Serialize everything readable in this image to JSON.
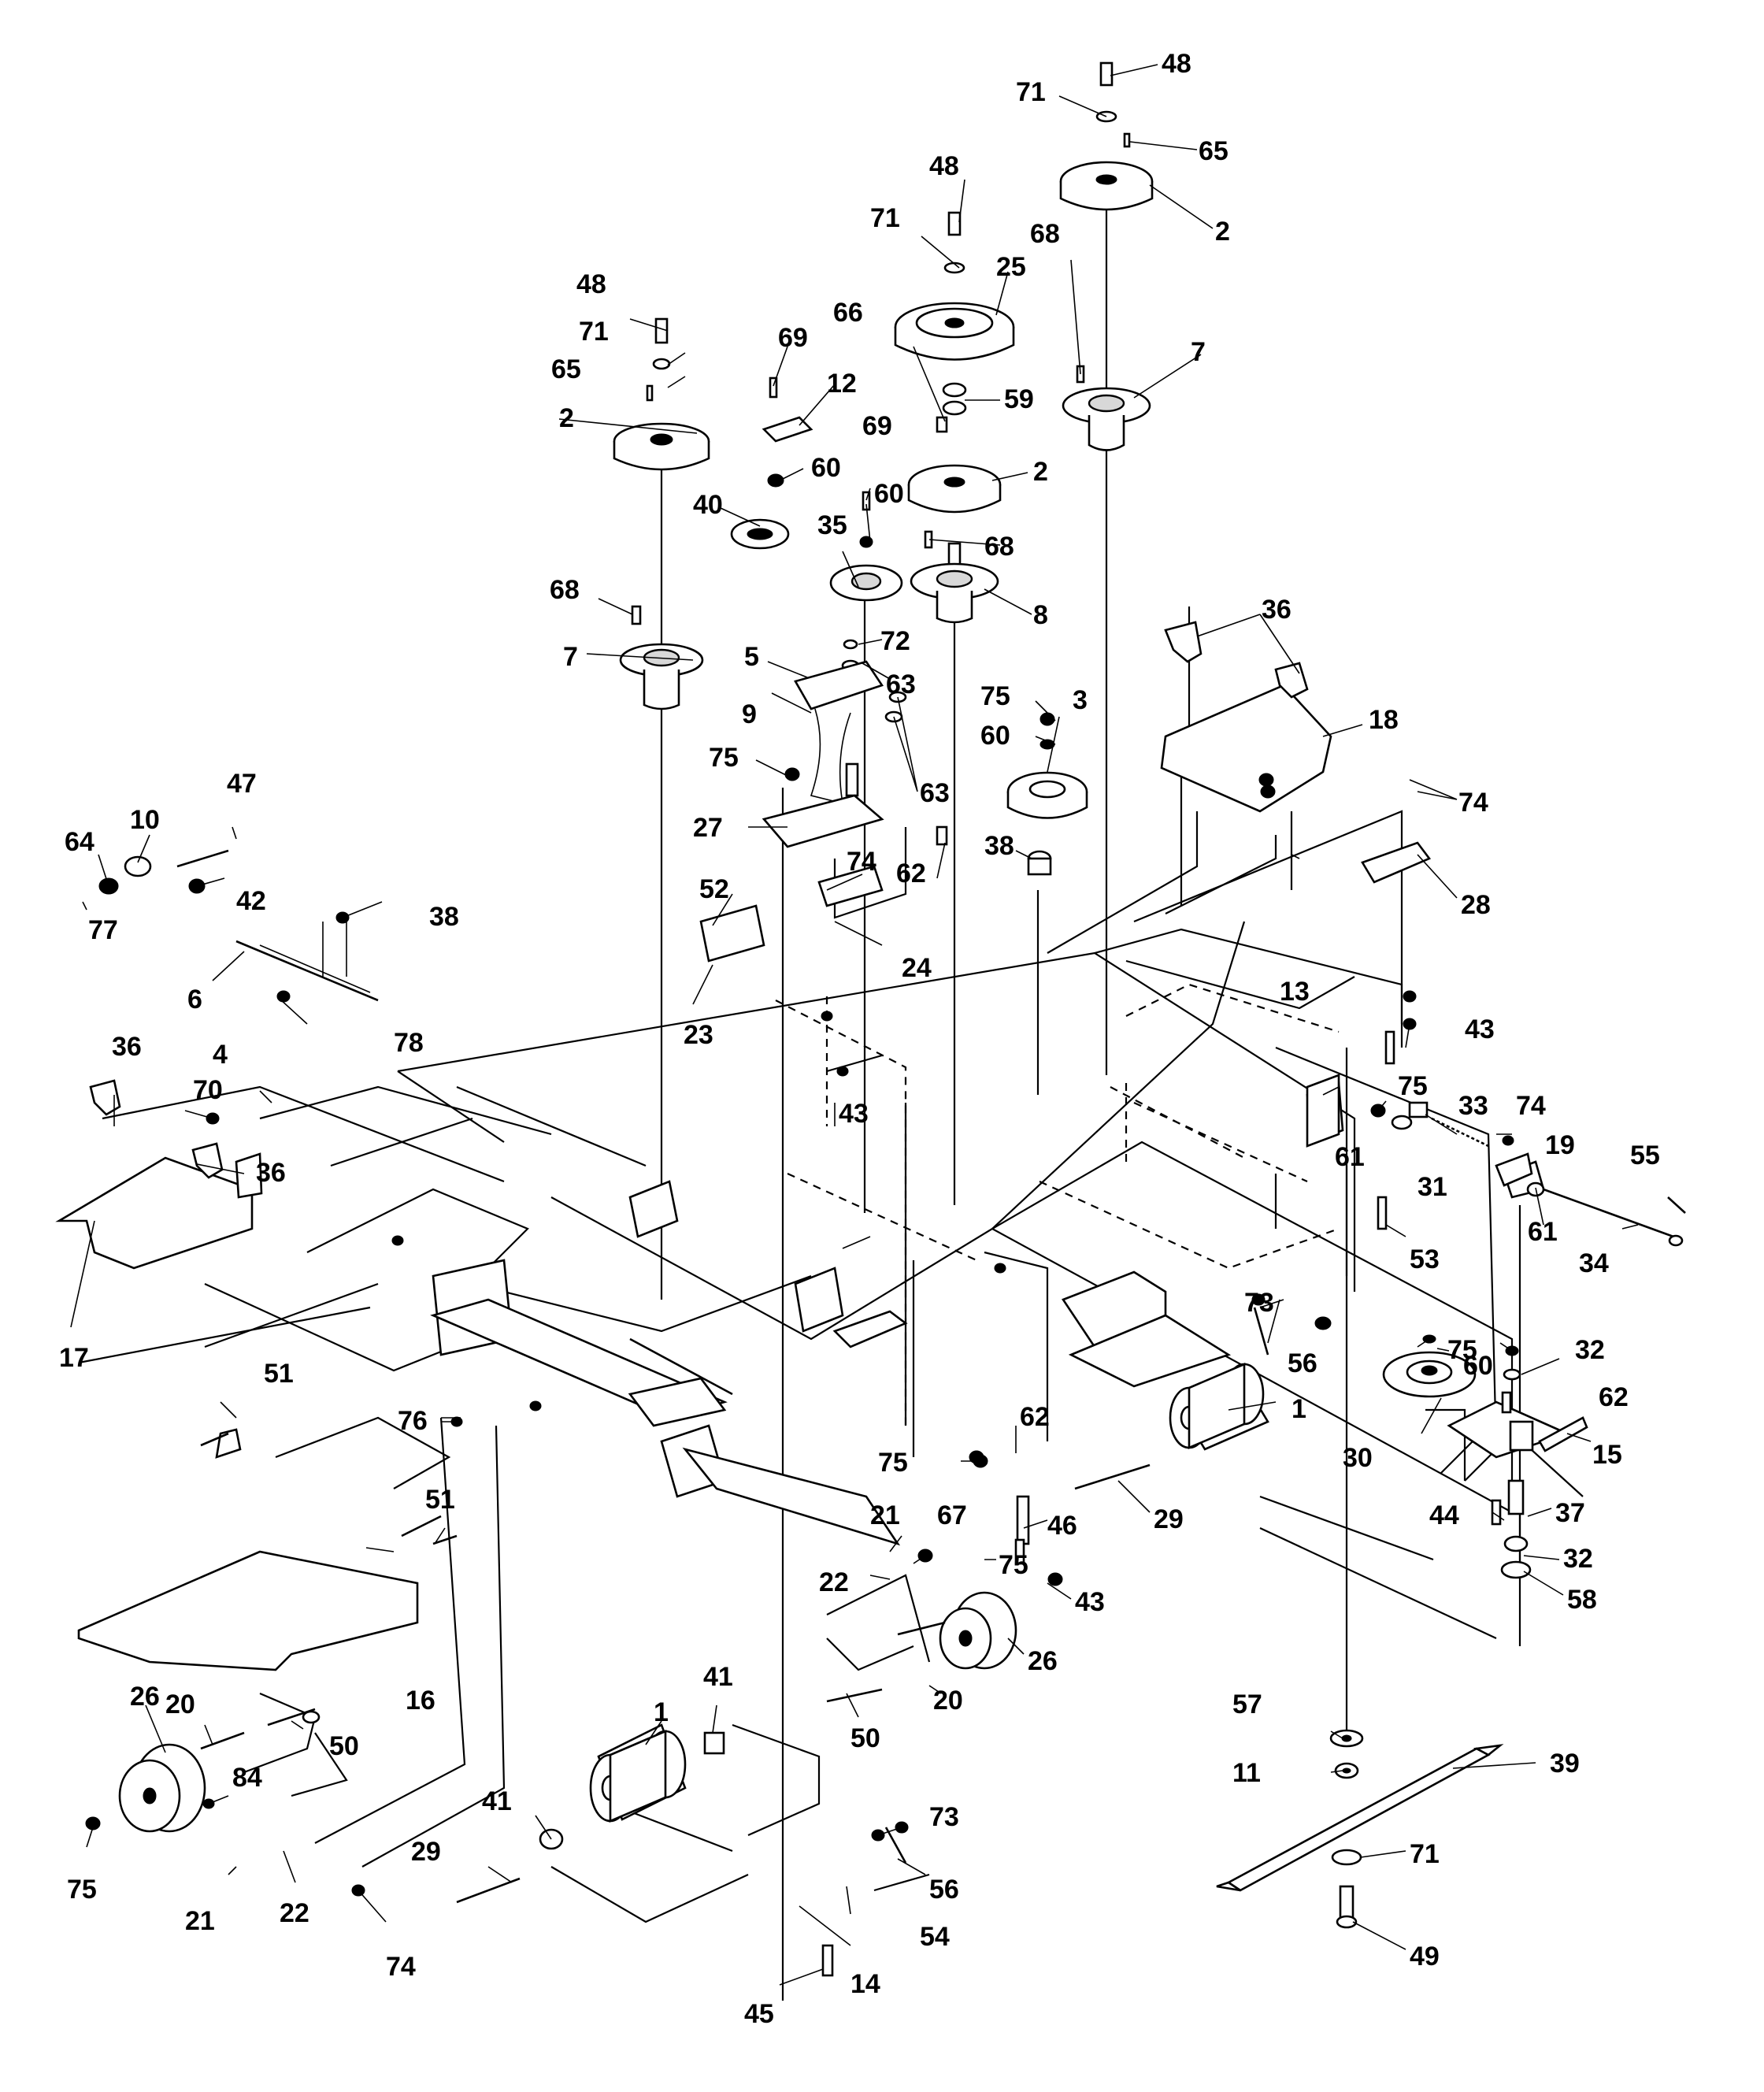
{
  "diagram": {
    "callouts": [
      {
        "id": "c48a",
        "label": "48"
      },
      {
        "id": "c71a",
        "label": "71"
      },
      {
        "id": "c65a",
        "label": "65"
      },
      {
        "id": "c2a",
        "label": "2"
      },
      {
        "id": "c68a",
        "label": "68"
      },
      {
        "id": "c7a",
        "label": "7"
      },
      {
        "id": "c48b",
        "label": "48"
      },
      {
        "id": "c71b",
        "label": "71"
      },
      {
        "id": "c25",
        "label": "25"
      },
      {
        "id": "c66",
        "label": "66"
      },
      {
        "id": "c59",
        "label": "59"
      },
      {
        "id": "c2b",
        "label": "2"
      },
      {
        "id": "c68b",
        "label": "68"
      },
      {
        "id": "c8",
        "label": "8"
      },
      {
        "id": "c48c",
        "label": "48"
      },
      {
        "id": "c71c",
        "label": "71"
      },
      {
        "id": "c65c",
        "label": "65"
      },
      {
        "id": "c2c",
        "label": "2"
      },
      {
        "id": "c68c",
        "label": "68"
      },
      {
        "id": "c7c",
        "label": "7"
      },
      {
        "id": "c69a",
        "label": "69"
      },
      {
        "id": "c12",
        "label": "12"
      },
      {
        "id": "c60a",
        "label": "60"
      },
      {
        "id": "c40",
        "label": "40"
      },
      {
        "id": "c69b",
        "label": "69"
      },
      {
        "id": "c60b",
        "label": "60"
      },
      {
        "id": "c35",
        "label": "35"
      },
      {
        "id": "c72",
        "label": "72"
      },
      {
        "id": "c5",
        "label": "5"
      },
      {
        "id": "c63a",
        "label": "63"
      },
      {
        "id": "c9",
        "label": "9"
      },
      {
        "id": "c75a",
        "label": "75"
      },
      {
        "id": "c63b",
        "label": "63"
      },
      {
        "id": "c27",
        "label": "27"
      },
      {
        "id": "c62a",
        "label": "62"
      },
      {
        "id": "c75b",
        "label": "75"
      },
      {
        "id": "c3",
        "label": "3"
      },
      {
        "id": "c60c",
        "label": "60"
      },
      {
        "id": "c38a",
        "label": "38"
      },
      {
        "id": "c36a",
        "label": "36"
      },
      {
        "id": "c18",
        "label": "18"
      },
      {
        "id": "c74a",
        "label": "74"
      },
      {
        "id": "c28",
        "label": "28"
      },
      {
        "id": "c47",
        "label": "47"
      },
      {
        "id": "c64",
        "label": "64"
      },
      {
        "id": "c10",
        "label": "10"
      },
      {
        "id": "c42",
        "label": "42"
      },
      {
        "id": "c77",
        "label": "77"
      },
      {
        "id": "c6",
        "label": "6"
      },
      {
        "id": "c38b",
        "label": "38"
      },
      {
        "id": "c4",
        "label": "4"
      },
      {
        "id": "c78",
        "label": "78"
      },
      {
        "id": "c70",
        "label": "70"
      },
      {
        "id": "c36b",
        "label": "36"
      },
      {
        "id": "c36c",
        "label": "36"
      },
      {
        "id": "c17",
        "label": "17"
      },
      {
        "id": "c52",
        "label": "52"
      },
      {
        "id": "c23",
        "label": "23"
      },
      {
        "id": "c74b",
        "label": "74"
      },
      {
        "id": "c24",
        "label": "24"
      },
      {
        "id": "c43a",
        "label": "43"
      },
      {
        "id": "c13",
        "label": "13"
      },
      {
        "id": "c43b",
        "label": "43"
      },
      {
        "id": "c75c",
        "label": "75"
      },
      {
        "id": "c33",
        "label": "33"
      },
      {
        "id": "c74c",
        "label": "74"
      },
      {
        "id": "c19",
        "label": "19"
      },
      {
        "id": "c55",
        "label": "55"
      },
      {
        "id": "c61a",
        "label": "61"
      },
      {
        "id": "c31",
        "label": "31"
      },
      {
        "id": "c61b",
        "label": "61"
      },
      {
        "id": "c34",
        "label": "34"
      },
      {
        "id": "c53",
        "label": "53"
      },
      {
        "id": "c73a",
        "label": "73"
      },
      {
        "id": "c56a",
        "label": "56"
      },
      {
        "id": "c1a",
        "label": "1"
      },
      {
        "id": "c75d",
        "label": "75"
      },
      {
        "id": "c60d",
        "label": "60"
      },
      {
        "id": "c32a",
        "label": "32"
      },
      {
        "id": "c62b",
        "label": "62"
      },
      {
        "id": "c30",
        "label": "30"
      },
      {
        "id": "c15",
        "label": "15"
      },
      {
        "id": "c44",
        "label": "44"
      },
      {
        "id": "c37",
        "label": "37"
      },
      {
        "id": "c32b",
        "label": "32"
      },
      {
        "id": "c58",
        "label": "58"
      },
      {
        "id": "c51a",
        "label": "51"
      },
      {
        "id": "c76",
        "label": "76"
      },
      {
        "id": "c51b",
        "label": "51"
      },
      {
        "id": "c16",
        "label": "16"
      },
      {
        "id": "c75e",
        "label": "75"
      },
      {
        "id": "c62c",
        "label": "62"
      },
      {
        "id": "c46",
        "label": "46"
      },
      {
        "id": "c29a",
        "label": "29"
      },
      {
        "id": "c21a",
        "label": "21"
      },
      {
        "id": "c67",
        "label": "67"
      },
      {
        "id": "c22a",
        "label": "22"
      },
      {
        "id": "c75f",
        "label": "75"
      },
      {
        "id": "c43c",
        "label": "43"
      },
      {
        "id": "c26a",
        "label": "26"
      },
      {
        "id": "c20a",
        "label": "20"
      },
      {
        "id": "c50a",
        "label": "50"
      },
      {
        "id": "c26b",
        "label": "26"
      },
      {
        "id": "c20b",
        "label": "20"
      },
      {
        "id": "c50b",
        "label": "50"
      },
      {
        "id": "c84",
        "label": "84"
      },
      {
        "id": "c75g",
        "label": "75"
      },
      {
        "id": "c21b",
        "label": "21"
      },
      {
        "id": "c22b",
        "label": "22"
      },
      {
        "id": "c74d",
        "label": "74"
      },
      {
        "id": "c1b",
        "label": "1"
      },
      {
        "id": "c41a",
        "label": "41"
      },
      {
        "id": "c41b",
        "label": "41"
      },
      {
        "id": "c29b",
        "label": "29"
      },
      {
        "id": "c73b",
        "label": "73"
      },
      {
        "id": "c56b",
        "label": "56"
      },
      {
        "id": "c54",
        "label": "54"
      },
      {
        "id": "c14",
        "label": "14"
      },
      {
        "id": "c45",
        "label": "45"
      },
      {
        "id": "c57",
        "label": "57"
      },
      {
        "id": "c11",
        "label": "11"
      },
      {
        "id": "c39",
        "label": "39"
      },
      {
        "id": "c71d",
        "label": "71"
      },
      {
        "id": "c49",
        "label": "49"
      }
    ]
  }
}
